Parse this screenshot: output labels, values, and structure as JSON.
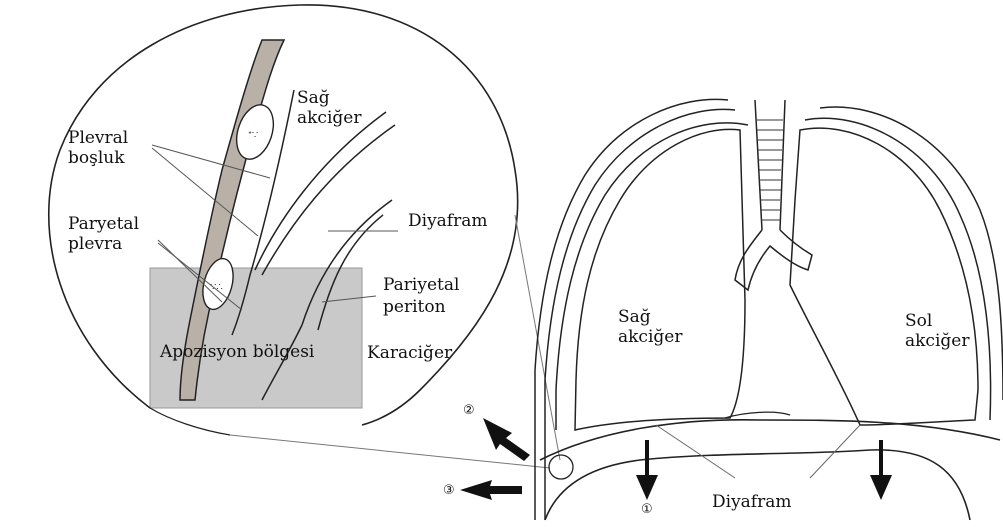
{
  "labels": {
    "plevral_1": "Plevral",
    "plevral_2": "boşluk",
    "sag_top_1": "Sağ",
    "sag_top_2": "akciğer",
    "paryetal_1": "Paryetal",
    "paryetal_2": "plevra",
    "diyafram_inset": "Diyafram",
    "pariyetal_1": "Pariyetal",
    "pariyetal_2": "periton",
    "apozisyon": "Apozisyon bölgesi",
    "karaciger": "Karaciğer",
    "sag_akciger_1": "Sağ",
    "sag_akciger_2": "akciğer",
    "sol_akciger_1": "Sol",
    "sol_akciger_2": "akciğer",
    "diyafram_bottom": "Diyafram"
  },
  "arrow_markers": {
    "one": "①",
    "two": "②",
    "three": "③"
  },
  "colors": {
    "apposition_box": "#c9c9c9",
    "line": "#222222",
    "muscle_fill": "#b9b1a8"
  }
}
